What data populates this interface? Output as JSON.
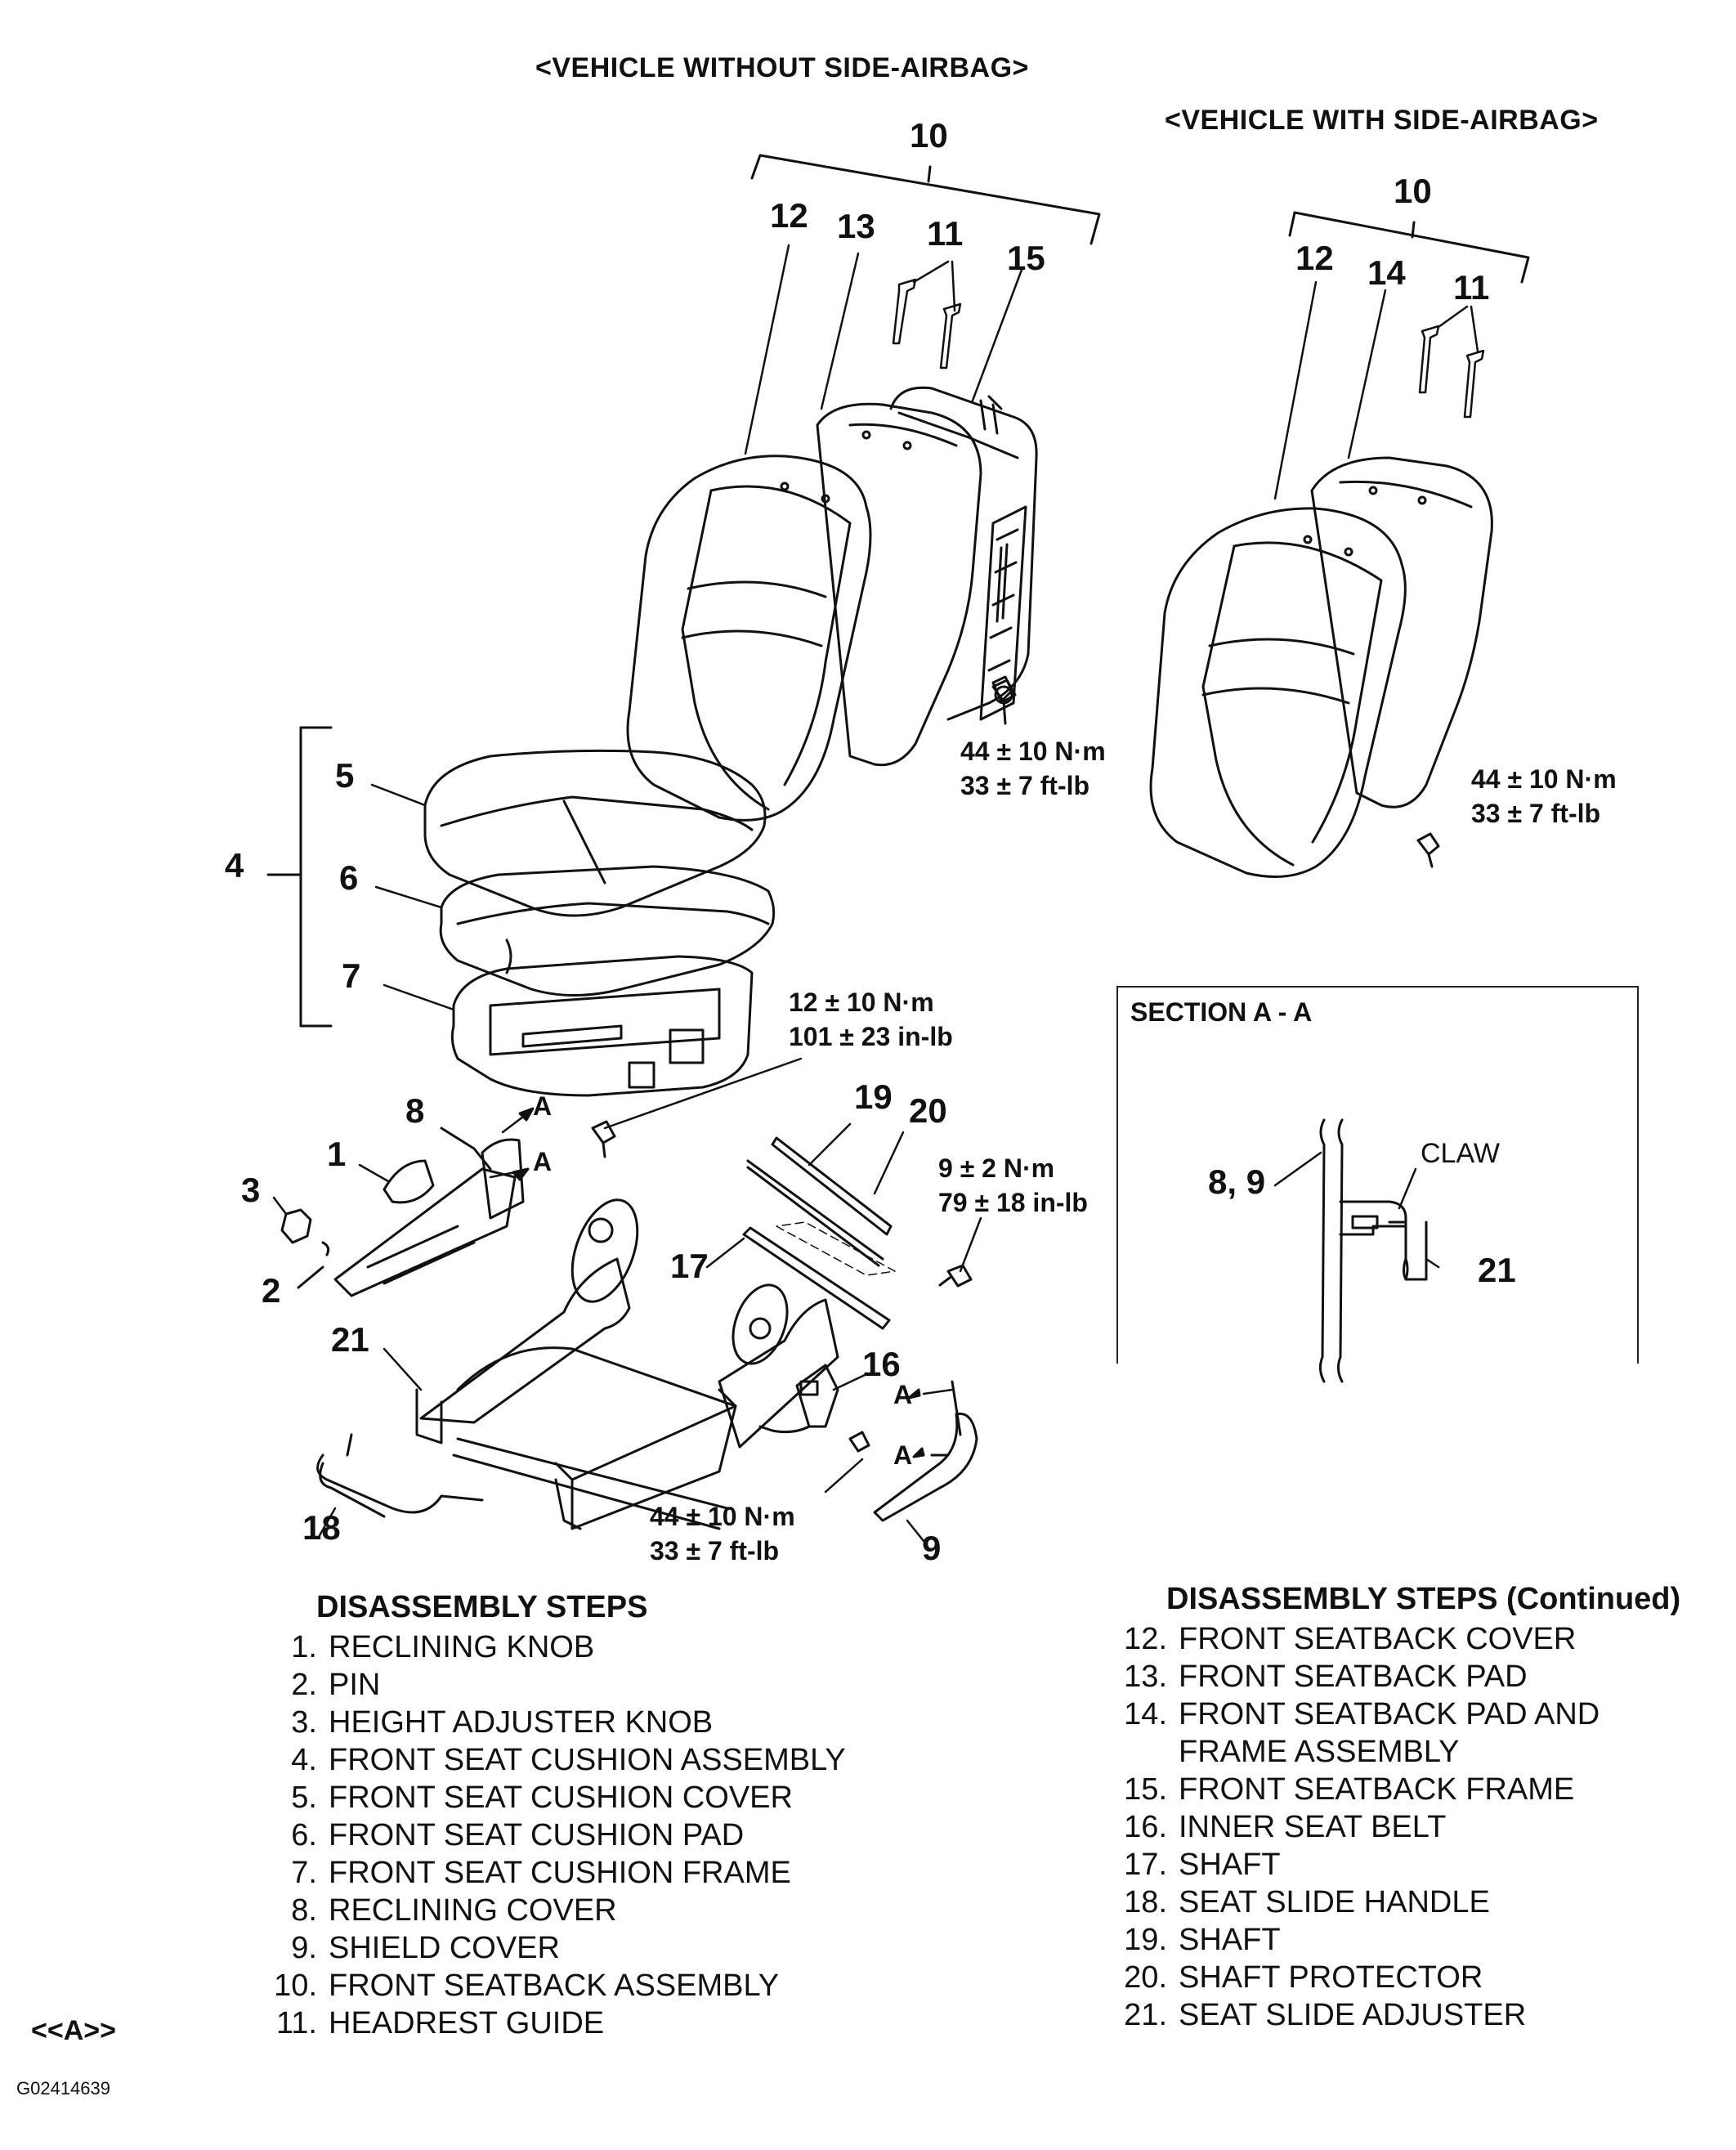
{
  "headers": {
    "without_airbag": "<VEHICLE WITHOUT SIDE-AIRBAG>",
    "with_airbag": "<VEHICLE WITH SIDE-AIRBAG>"
  },
  "callouts": {
    "c10a": "10",
    "c12a": "12",
    "c13": "13",
    "c11a": "11",
    "c15": "15",
    "c10b": "10",
    "c12b": "12",
    "c14": "14",
    "c11b": "11",
    "c5": "5",
    "c4": "4",
    "c6": "6",
    "c7": "7",
    "c8": "8",
    "c1": "1",
    "c3": "3",
    "c2": "2",
    "c21": "21",
    "c19": "19",
    "c20": "20",
    "c17": "17",
    "c16": "16",
    "c18": "18",
    "c9": "9",
    "a1": "A",
    "a2": "A",
    "a3": "A",
    "a4": "A"
  },
  "torques": {
    "t1_l1": "44 ± 10 N·m",
    "t1_l2": "33 ± 7 ft-lb",
    "t2_l1": "44 ± 10 N·m",
    "t2_l2": "33 ± 7 ft-lb",
    "t3_l1": "12 ± 10 N·m",
    "t3_l2": "101 ± 23 in-lb",
    "t4_l1": "9 ± 2 N·m",
    "t4_l2": "79 ± 18 in-lb",
    "t5_l1": "44 ± 10 N·m",
    "t5_l2": "33 ± 7 ft-lb"
  },
  "section": {
    "title": "SECTION A - A",
    "claw": "CLAW",
    "label_left": "8, 9",
    "label_right": "21"
  },
  "steps_left": {
    "title": "DISASSEMBLY STEPS",
    "items": [
      {
        "num": "1.",
        "text": "RECLINING KNOB"
      },
      {
        "num": "2.",
        "text": "PIN"
      },
      {
        "num": "3.",
        "text": "HEIGHT ADJUSTER KNOB"
      },
      {
        "num": "4.",
        "text": "FRONT SEAT CUSHION ASSEMBLY"
      },
      {
        "num": "5.",
        "text": "FRONT SEAT CUSHION COVER"
      },
      {
        "num": "6.",
        "text": "FRONT SEAT CUSHION PAD"
      },
      {
        "num": "7.",
        "text": "FRONT SEAT CUSHION FRAME"
      },
      {
        "num": "8.",
        "text": "RECLINING COVER"
      },
      {
        "num": "9.",
        "text": "SHIELD COVER"
      },
      {
        "num": "10.",
        "text": "FRONT SEATBACK ASSEMBLY"
      },
      {
        "num": "11.",
        "text": "HEADREST GUIDE"
      }
    ]
  },
  "steps_right": {
    "title": "DISASSEMBLY STEPS (Continued)",
    "items": [
      {
        "num": "12.",
        "text": "FRONT SEATBACK COVER"
      },
      {
        "num": "13.",
        "text": "FRONT SEATBACK PAD"
      },
      {
        "num": "14.",
        "text": "FRONT SEATBACK PAD AND"
      },
      {
        "num": "",
        "text": "FRAME ASSEMBLY"
      },
      {
        "num": "15.",
        "text": "FRONT SEATBACK FRAME"
      },
      {
        "num": "16.",
        "text": "INNER SEAT BELT"
      },
      {
        "num": "17.",
        "text": "SHAFT"
      },
      {
        "num": "18.",
        "text": "SEAT SLIDE HANDLE"
      },
      {
        "num": "19.",
        "text": "SHAFT"
      },
      {
        "num": "20.",
        "text": "SHAFT PROTECTOR"
      },
      {
        "num": "21.",
        "text": "SEAT SLIDE ADJUSTER"
      }
    ]
  },
  "footer": {
    "note_ref": "<<A>>",
    "figure_id": "G02414639"
  }
}
